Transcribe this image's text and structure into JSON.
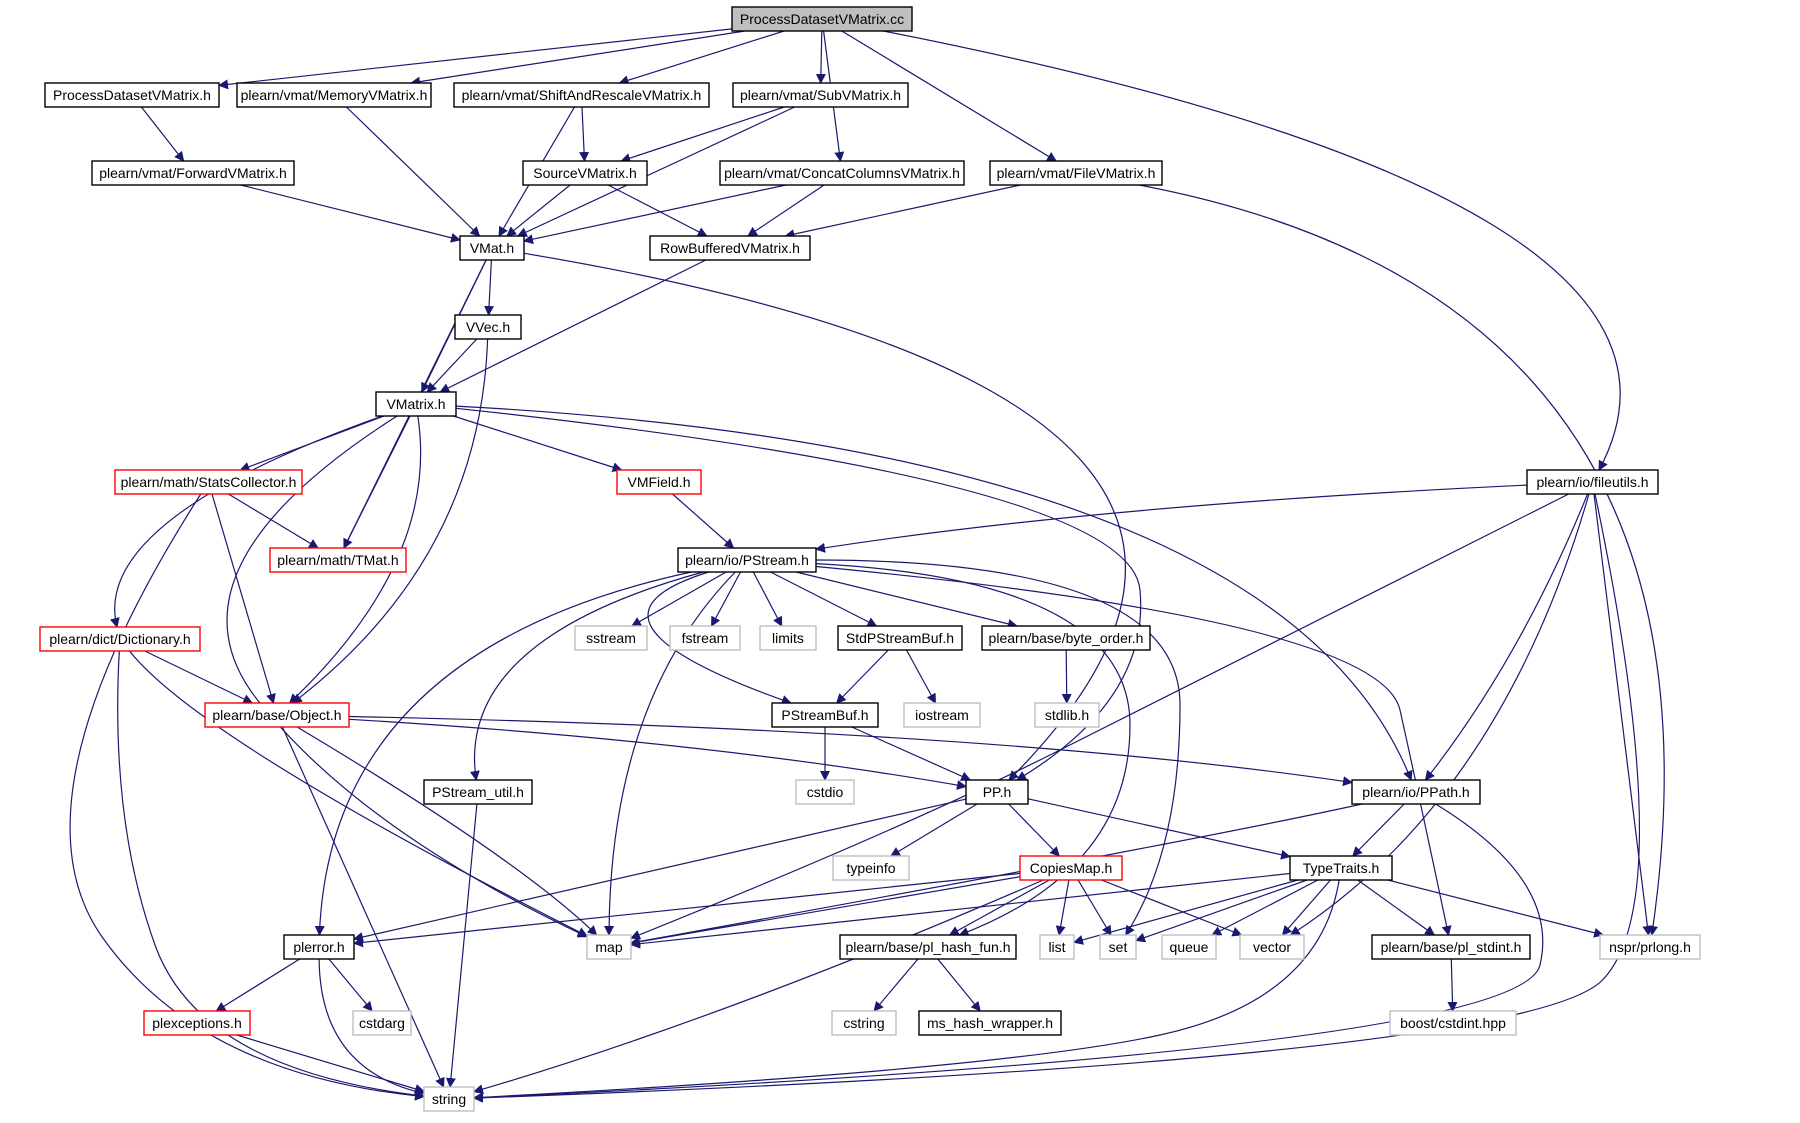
{
  "nodes": [
    {
      "id": "root",
      "label": "ProcessDatasetVMatrix.cc",
      "style": "root"
    },
    {
      "id": "pdvm",
      "label": "ProcessDatasetVMatrix.h",
      "style": "normal"
    },
    {
      "id": "memvm",
      "label": "plearn/vmat/MemoryVMatrix.h",
      "style": "normal"
    },
    {
      "id": "sarvm",
      "label": "plearn/vmat/ShiftAndRescaleVMatrix.h",
      "style": "normal"
    },
    {
      "id": "subvm",
      "label": "plearn/vmat/SubVMatrix.h",
      "style": "normal"
    },
    {
      "id": "fwdvm",
      "label": "plearn/vmat/ForwardVMatrix.h",
      "style": "normal"
    },
    {
      "id": "srcvm",
      "label": "SourceVMatrix.h",
      "style": "normal"
    },
    {
      "id": "ccvm",
      "label": "plearn/vmat/ConcatColumnsVMatrix.h",
      "style": "normal"
    },
    {
      "id": "filevm",
      "label": "plearn/vmat/FileVMatrix.h",
      "style": "normal"
    },
    {
      "id": "vmat",
      "label": "VMat.h",
      "style": "normal"
    },
    {
      "id": "rbvm",
      "label": "RowBufferedVMatrix.h",
      "style": "normal"
    },
    {
      "id": "vvec",
      "label": "VVec.h",
      "style": "normal"
    },
    {
      "id": "vmatrix",
      "label": "VMatrix.h",
      "style": "normal"
    },
    {
      "id": "stats",
      "label": "plearn/math/StatsCollector.h",
      "style": "truncated"
    },
    {
      "id": "vmfield",
      "label": "VMField.h",
      "style": "truncated"
    },
    {
      "id": "fileutils",
      "label": "plearn/io/fileutils.h",
      "style": "normal"
    },
    {
      "id": "tmat",
      "label": "plearn/math/TMat.h",
      "style": "truncated"
    },
    {
      "id": "pstream",
      "label": "plearn/io/PStream.h",
      "style": "normal"
    },
    {
      "id": "dict",
      "label": "plearn/dict/Dictionary.h",
      "style": "truncated"
    },
    {
      "id": "sstream",
      "label": "sstream",
      "style": "system"
    },
    {
      "id": "fstream",
      "label": "fstream",
      "style": "system"
    },
    {
      "id": "limits",
      "label": "limits",
      "style": "system"
    },
    {
      "id": "stdpsb",
      "label": "StdPStreamBuf.h",
      "style": "normal"
    },
    {
      "id": "byteorder",
      "label": "plearn/base/byte_order.h",
      "style": "normal"
    },
    {
      "id": "object",
      "label": "plearn/base/Object.h",
      "style": "truncated"
    },
    {
      "id": "psb",
      "label": "PStreamBuf.h",
      "style": "normal"
    },
    {
      "id": "iostream",
      "label": "iostream",
      "style": "system"
    },
    {
      "id": "stdlib",
      "label": "stdlib.h",
      "style": "system"
    },
    {
      "id": "cstdio",
      "label": "cstdio",
      "style": "system"
    },
    {
      "id": "psutil",
      "label": "PStream_util.h",
      "style": "normal"
    },
    {
      "id": "pp",
      "label": "PP.h",
      "style": "normal"
    },
    {
      "id": "ppath",
      "label": "plearn/io/PPath.h",
      "style": "normal"
    },
    {
      "id": "typeinfo",
      "label": "typeinfo",
      "style": "system"
    },
    {
      "id": "copiesmap",
      "label": "CopiesMap.h",
      "style": "truncated"
    },
    {
      "id": "typetraits",
      "label": "TypeTraits.h",
      "style": "normal"
    },
    {
      "id": "plerror",
      "label": "plerror.h",
      "style": "normal"
    },
    {
      "id": "map",
      "label": "map",
      "style": "system"
    },
    {
      "id": "hashfun",
      "label": "plearn/base/pl_hash_fun.h",
      "style": "normal"
    },
    {
      "id": "list",
      "label": "list",
      "style": "system"
    },
    {
      "id": "set",
      "label": "set",
      "style": "system"
    },
    {
      "id": "queue",
      "label": "queue",
      "style": "system"
    },
    {
      "id": "vector",
      "label": "vector",
      "style": "system"
    },
    {
      "id": "stdint",
      "label": "plearn/base/pl_stdint.h",
      "style": "normal"
    },
    {
      "id": "prlong",
      "label": "nspr/prlong.h",
      "style": "system"
    },
    {
      "id": "plexc",
      "label": "plexceptions.h",
      "style": "truncated"
    },
    {
      "id": "cstdarg",
      "label": "cstdarg",
      "style": "system"
    },
    {
      "id": "cstring",
      "label": "cstring",
      "style": "system"
    },
    {
      "id": "mshash",
      "label": "ms_hash_wrapper.h",
      "style": "normal"
    },
    {
      "id": "cstdint",
      "label": "boost/cstdint.hpp",
      "style": "system"
    },
    {
      "id": "string",
      "label": "string",
      "style": "system"
    }
  ],
  "edges": [
    [
      "root",
      "pdvm"
    ],
    [
      "root",
      "memvm"
    ],
    [
      "root",
      "sarvm"
    ],
    [
      "root",
      "subvm"
    ],
    [
      "root",
      "ccvm"
    ],
    [
      "root",
      "filevm"
    ],
    [
      "root",
      "fileutils"
    ],
    [
      "pdvm",
      "fwdvm"
    ],
    [
      "fwdvm",
      "vmat"
    ],
    [
      "memvm",
      "vmat"
    ],
    [
      "sarvm",
      "srcvm"
    ],
    [
      "sarvm",
      "vmat"
    ],
    [
      "subvm",
      "srcvm"
    ],
    [
      "subvm",
      "vmat"
    ],
    [
      "srcvm",
      "vmat"
    ],
    [
      "srcvm",
      "rbvm"
    ],
    [
      "ccvm",
      "vmat"
    ],
    [
      "ccvm",
      "rbvm"
    ],
    [
      "filevm",
      "rbvm"
    ],
    [
      "filevm",
      "prlong"
    ],
    [
      "rbvm",
      "vmatrix"
    ],
    [
      "vmat",
      "vvec"
    ],
    [
      "vmat",
      "vmatrix"
    ],
    [
      "vmat",
      "tmat"
    ],
    [
      "vmat",
      "pp"
    ],
    [
      "vvec",
      "vmatrix"
    ],
    [
      "vvec",
      "object"
    ],
    [
      "vmatrix",
      "stats"
    ],
    [
      "vmatrix",
      "tmat"
    ],
    [
      "vmatrix",
      "vmfield"
    ],
    [
      "vmatrix",
      "dict"
    ],
    [
      "vmatrix",
      "object"
    ],
    [
      "vmatrix",
      "map"
    ],
    [
      "vmatrix",
      "pp"
    ],
    [
      "vmatrix",
      "ppath"
    ],
    [
      "stats",
      "tmat"
    ],
    [
      "stats",
      "object"
    ],
    [
      "stats",
      "string"
    ],
    [
      "vmfield",
      "pstream"
    ],
    [
      "fileutils",
      "pstream"
    ],
    [
      "fileutils",
      "ppath"
    ],
    [
      "fileutils",
      "map"
    ],
    [
      "fileutils",
      "vector"
    ],
    [
      "fileutils",
      "prlong"
    ],
    [
      "fileutils",
      "string"
    ],
    [
      "pstream",
      "sstream"
    ],
    [
      "pstream",
      "fstream"
    ],
    [
      "pstream",
      "limits"
    ],
    [
      "pstream",
      "stdpsb"
    ],
    [
      "pstream",
      "byteorder"
    ],
    [
      "pstream",
      "psb"
    ],
    [
      "pstream",
      "psutil"
    ],
    [
      "pstream",
      "plerror"
    ],
    [
      "pstream",
      "map"
    ],
    [
      "pstream",
      "set"
    ],
    [
      "pstream",
      "stdint"
    ],
    [
      "pstream",
      "hashfun"
    ],
    [
      "stdpsb",
      "psb"
    ],
    [
      "stdpsb",
      "iostream"
    ],
    [
      "byteorder",
      "stdlib"
    ],
    [
      "psb",
      "cstdio"
    ],
    [
      "psb",
      "pp"
    ],
    [
      "dict",
      "object"
    ],
    [
      "dict",
      "map"
    ],
    [
      "dict",
      "string"
    ],
    [
      "object",
      "pp"
    ],
    [
      "object",
      "ppath"
    ],
    [
      "object",
      "map"
    ],
    [
      "object",
      "string"
    ],
    [
      "psutil",
      "string"
    ],
    [
      "pp",
      "typeinfo"
    ],
    [
      "pp",
      "copiesmap"
    ],
    [
      "pp",
      "typetraits"
    ],
    [
      "pp",
      "plerror"
    ],
    [
      "ppath",
      "typetraits"
    ],
    [
      "ppath",
      "map"
    ],
    [
      "ppath",
      "string"
    ],
    [
      "copiesmap",
      "plerror"
    ],
    [
      "copiesmap",
      "map"
    ],
    [
      "copiesmap",
      "hashfun"
    ],
    [
      "copiesmap",
      "list"
    ],
    [
      "copiesmap",
      "set"
    ],
    [
      "copiesmap",
      "vector"
    ],
    [
      "copiesmap",
      "string"
    ],
    [
      "typetraits",
      "map"
    ],
    [
      "typetraits",
      "list"
    ],
    [
      "typetraits",
      "set"
    ],
    [
      "typetraits",
      "queue"
    ],
    [
      "typetraits",
      "vector"
    ],
    [
      "typetraits",
      "stdint"
    ],
    [
      "typetraits",
      "prlong"
    ],
    [
      "typetraits",
      "string"
    ],
    [
      "plerror",
      "plexc"
    ],
    [
      "plerror",
      "cstdarg"
    ],
    [
      "plerror",
      "string"
    ],
    [
      "plexc",
      "string"
    ],
    [
      "hashfun",
      "cstring"
    ],
    [
      "hashfun",
      "mshash"
    ],
    [
      "stdint",
      "cstdint"
    ]
  ],
  "colors": {
    "edge": "#191970",
    "normal_border": "#000000",
    "truncated_border": "#ff0000",
    "system_border": "#bfbfbf",
    "root_fill": "#bfbfbf",
    "node_fill": "#ffffff"
  }
}
